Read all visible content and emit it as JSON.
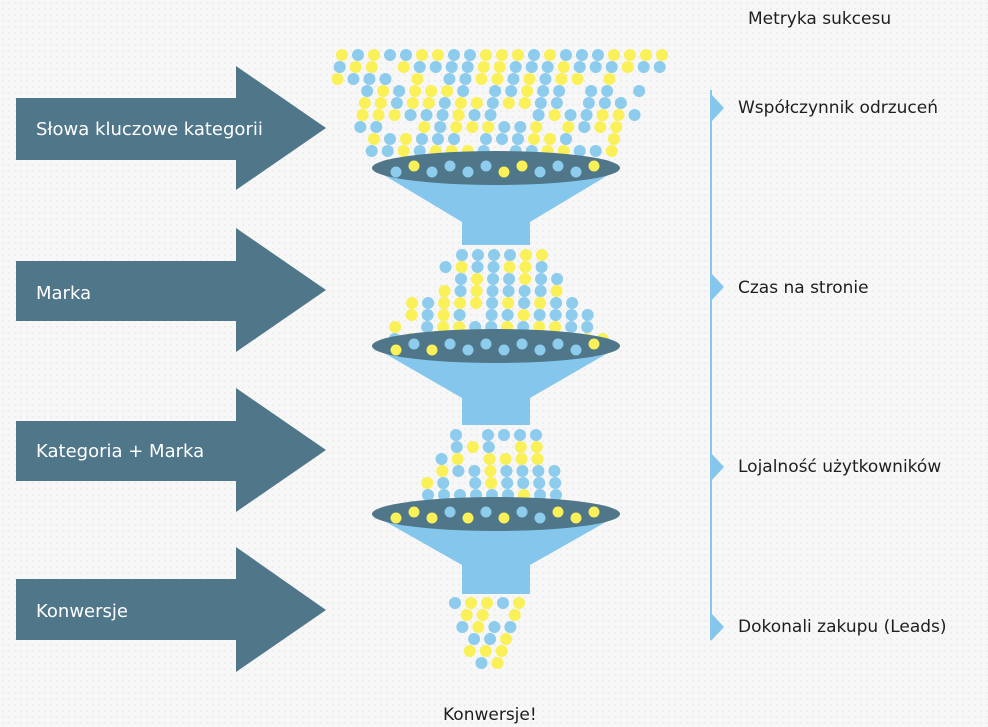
{
  "metrics_title": "Metryka sukcesu",
  "stages": [
    {
      "label": "Słowa kluczowe kategorii",
      "metric": "Współczynnik odrzuceń"
    },
    {
      "label": "Marka",
      "metric": "Czas na stronie"
    },
    {
      "label": "Kategoria + Marka",
      "metric": "Lojalność użytkowników"
    },
    {
      "label": "Konwersje",
      "metric": "Dokonali zakupu (Leads)"
    }
  ],
  "footer": "Konwersje!",
  "colors": {
    "arrow": "#4f7689",
    "funnel": "#85c7ec",
    "funnel_mouth": "#4f7689",
    "dot_blue": "#8dccec",
    "dot_yellow": "#faf058",
    "timeline": "#85c7ec"
  }
}
